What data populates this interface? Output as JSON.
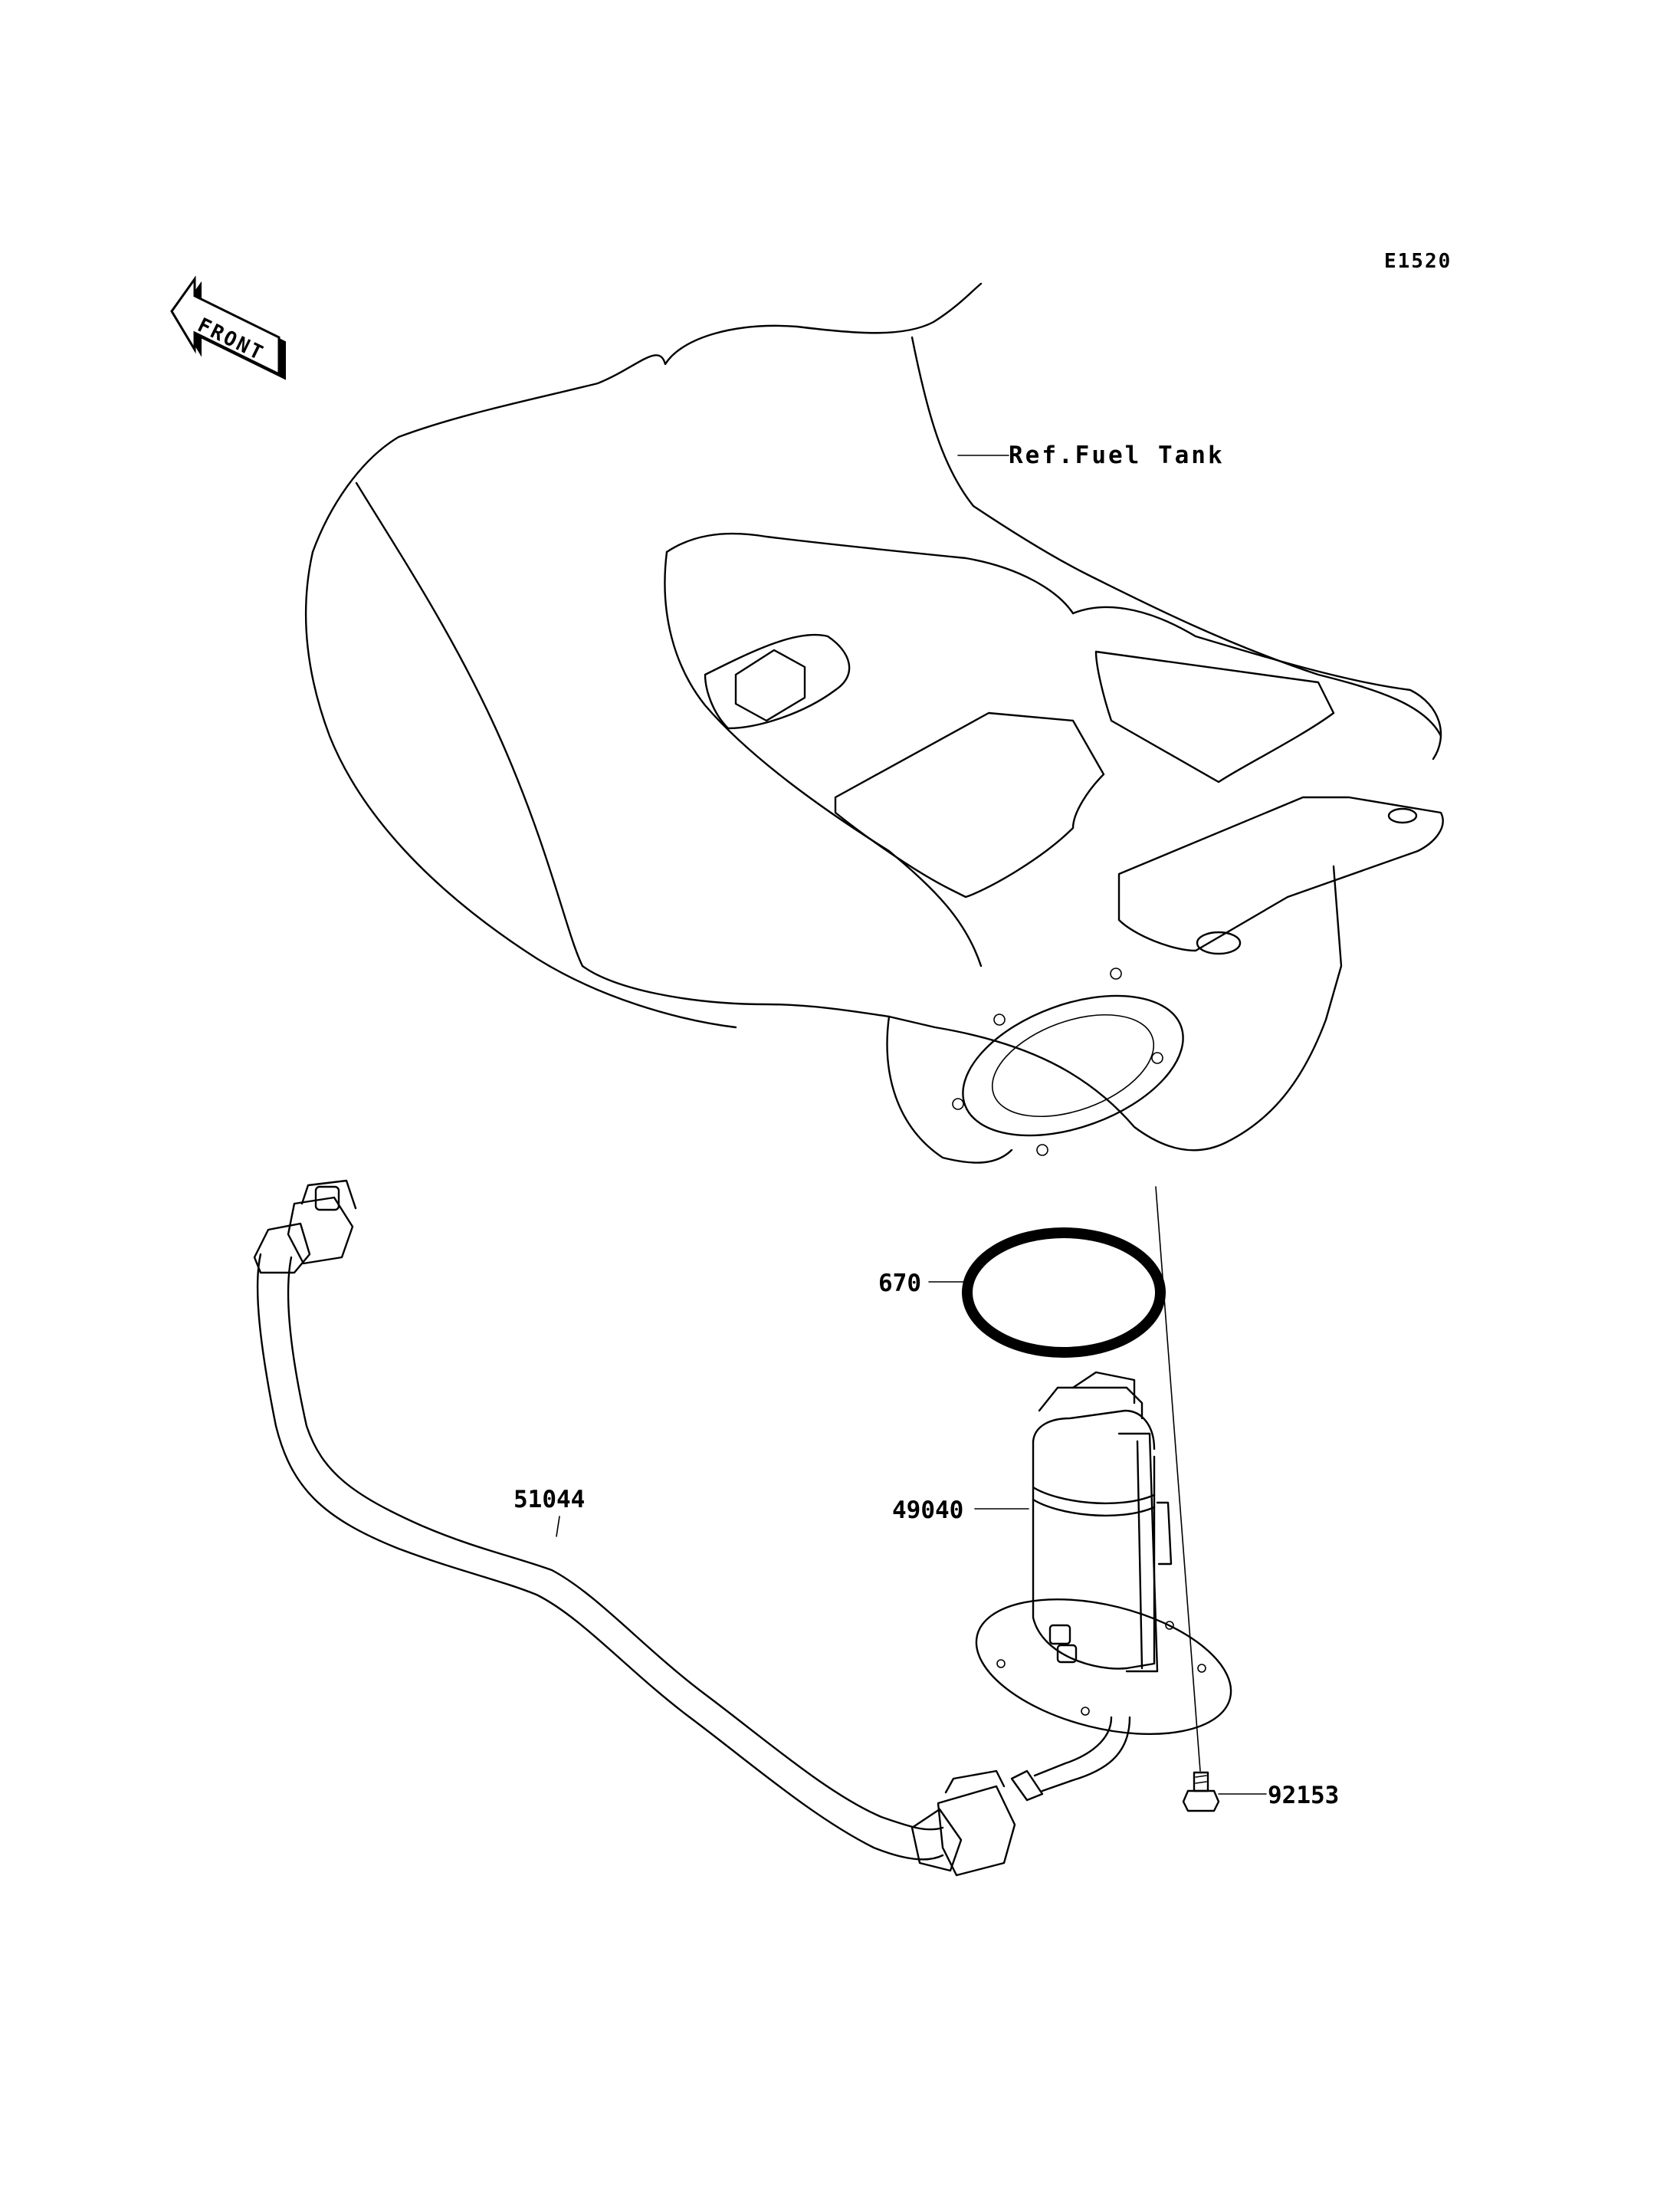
{
  "diagram": {
    "code": "E1520",
    "front_marker": "FRONT",
    "reference": "Ref.Fuel Tank",
    "parts": [
      {
        "number": "670"
      },
      {
        "number": "49040"
      },
      {
        "number": "51044"
      },
      {
        "number": "92153"
      }
    ]
  }
}
